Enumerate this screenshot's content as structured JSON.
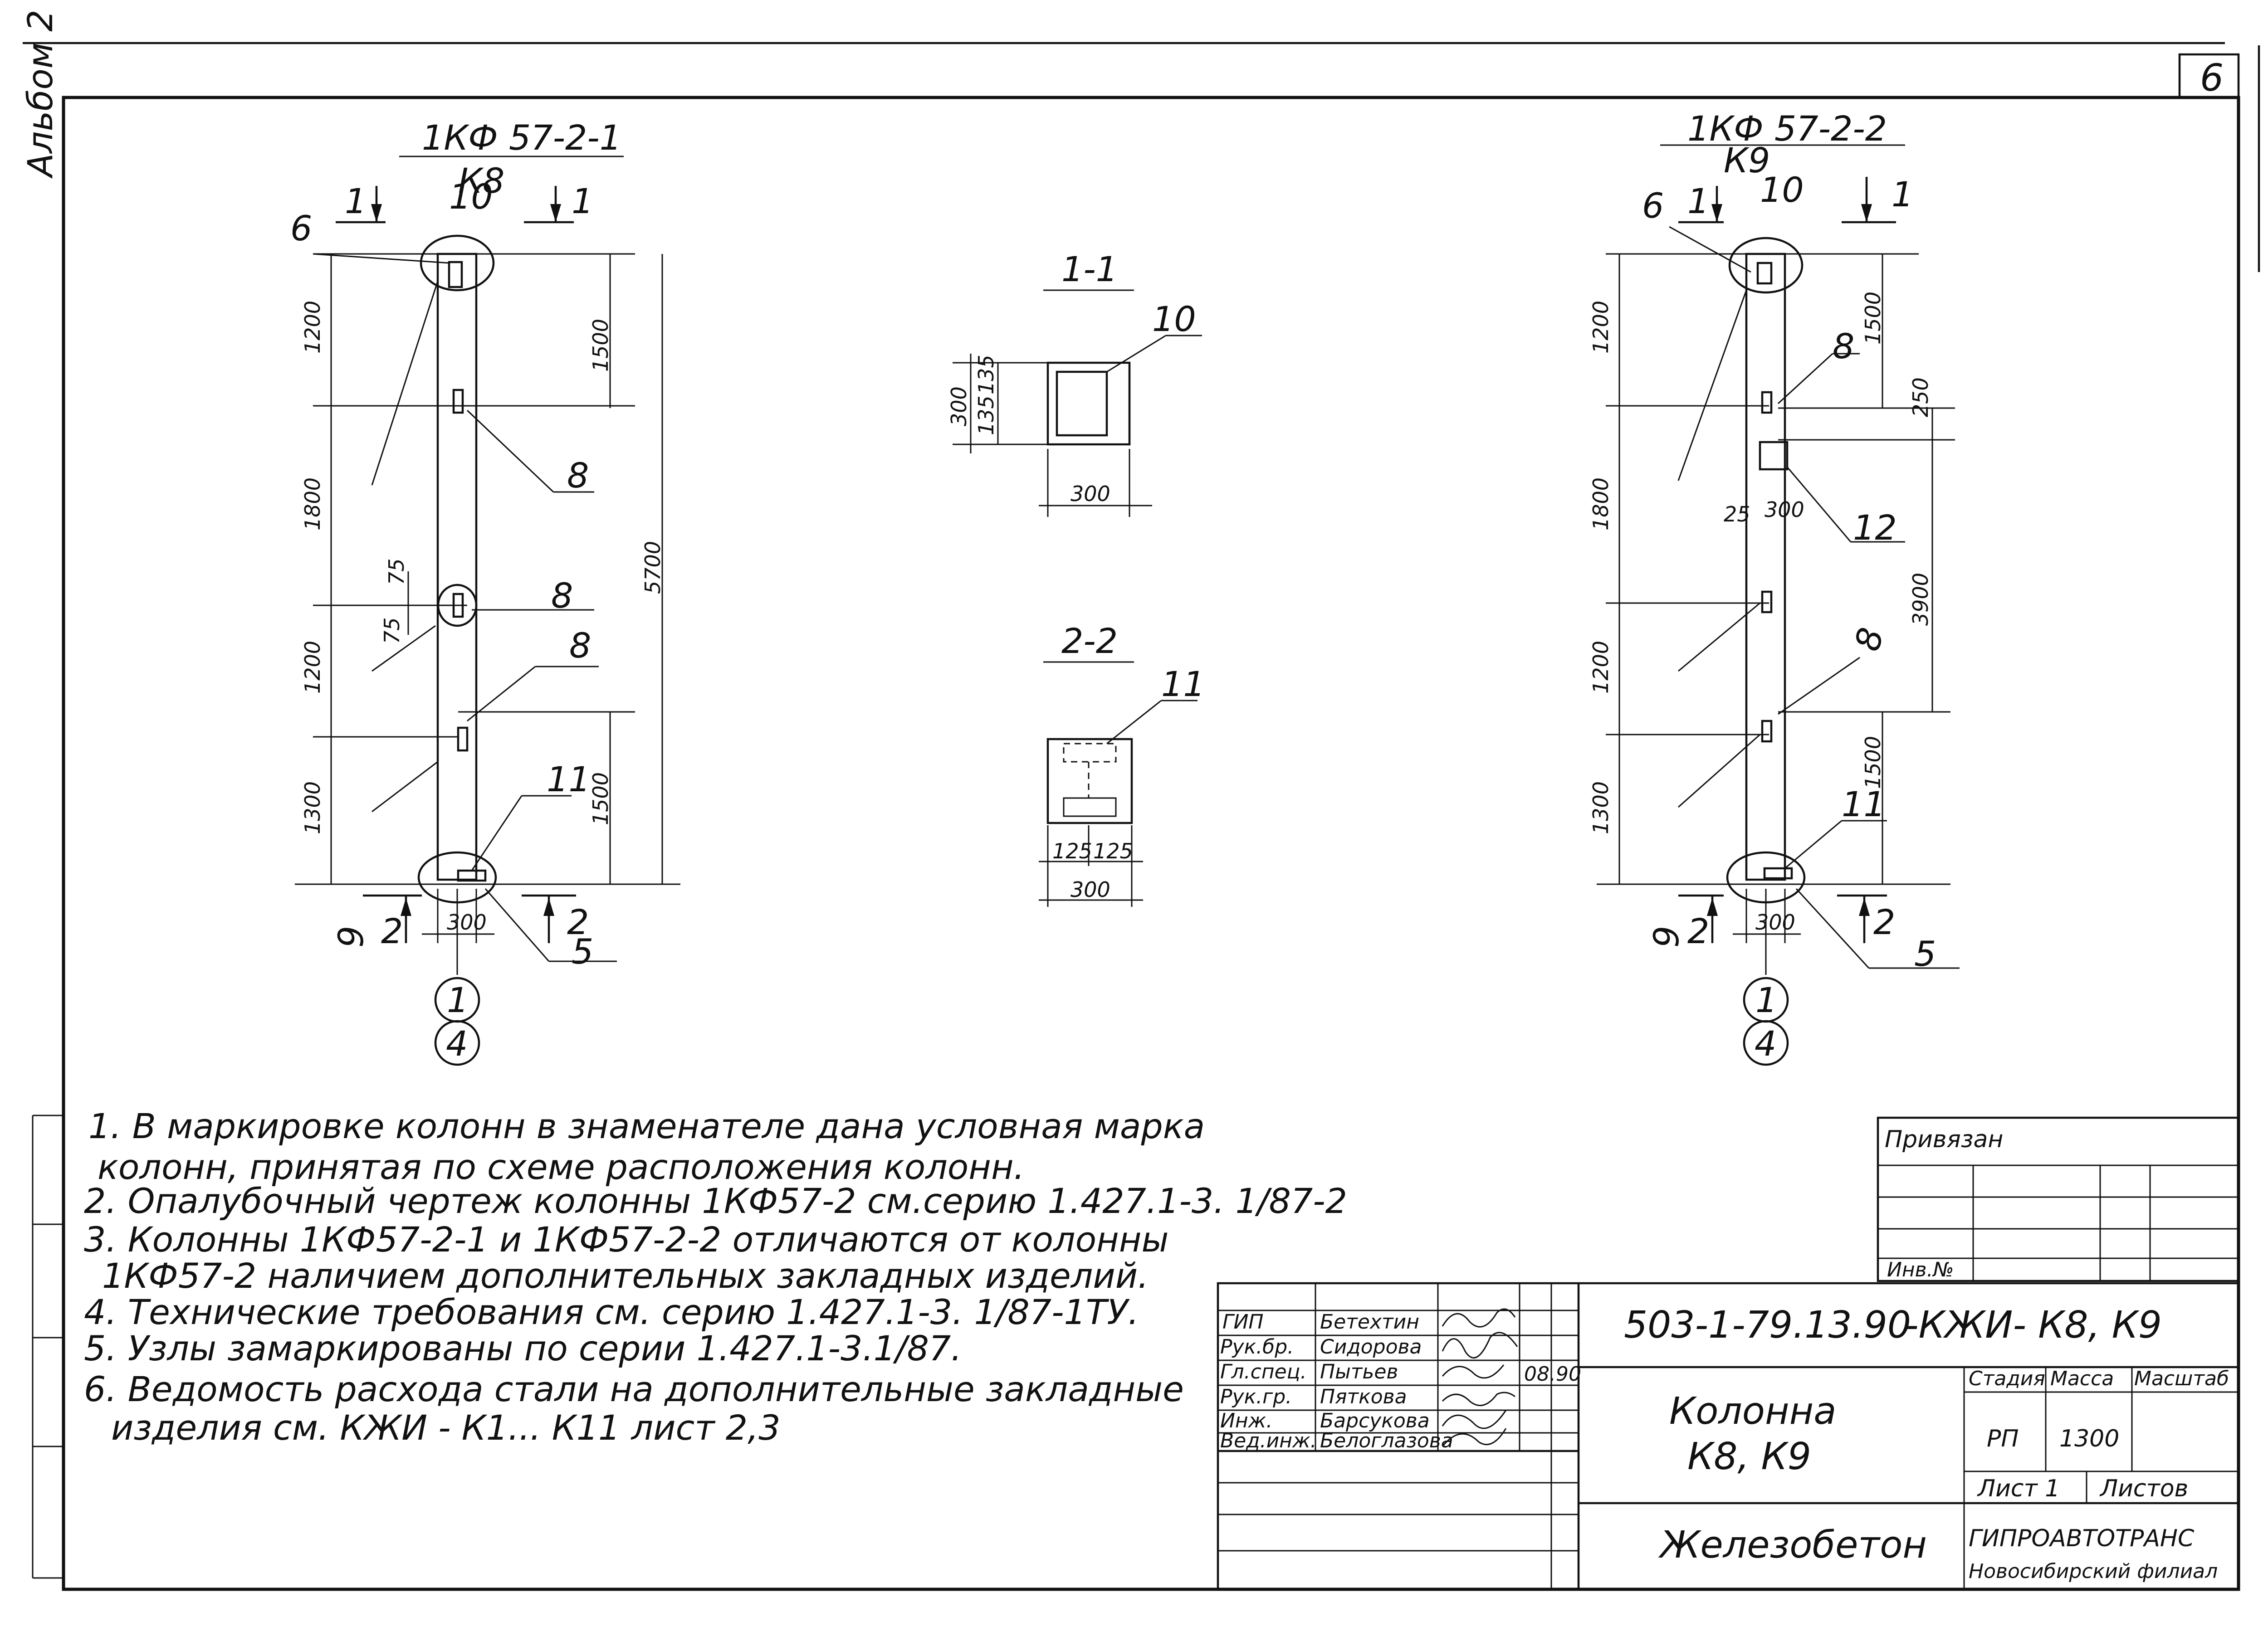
{
  "sheet": {
    "number": "6",
    "album": "Альбом 2"
  },
  "column_left": {
    "mark": "1КФ 57-2-1",
    "code": "К8",
    "section_marks": [
      "1",
      "1",
      "2",
      "2"
    ],
    "dims_left": [
      "1200",
      "1800",
      "1200",
      "1300"
    ],
    "dims_right": [
      "1500",
      "5700",
      "1500"
    ],
    "small_dims": [
      "75",
      "75"
    ],
    "bottom_dim": "300",
    "callouts": [
      "6",
      "10",
      "8",
      "8",
      "8",
      "11",
      "5",
      "9"
    ],
    "axes": [
      "1",
      "4"
    ]
  },
  "column_right": {
    "mark": "1КФ 57-2-2",
    "code": "К9",
    "section_marks": [
      "1",
      "1",
      "2",
      "2"
    ],
    "dims_left": [
      "1200",
      "1800",
      "1200",
      "1300"
    ],
    "dims_right": [
      "1500",
      "250",
      "3900",
      "1500"
    ],
    "small_dims": [
      "25",
      "300"
    ],
    "bottom_dim": "300",
    "callouts": [
      "6",
      "10",
      "8",
      "12",
      "8",
      "11",
      "5",
      "9"
    ],
    "axes": [
      "1",
      "4"
    ]
  },
  "section_1": {
    "title": "1-1",
    "callout": "10",
    "dims_v": [
      "300",
      "135",
      "135"
    ],
    "dim_h": "300"
  },
  "section_2": {
    "title": "2-2",
    "callout": "11",
    "dims_h": [
      "125",
      "125",
      "300"
    ]
  },
  "notes": [
    "1. В маркировке колонн в знаменателе дана условная марка",
    "колонн, принятая по схеме расположения колонн.",
    "2. Опалубочный чертеж колонны 1КФ57-2 см.серию 1.427.1-3. 1/87-2",
    "3. Колонны 1КФ57-2-1 и 1КФ57-2-2 отличаются от колонны",
    "1КФ57-2 наличием дополнительных закладных изделий.",
    "4. Технические требования см. серию 1.427.1-3. 1/87-1ТУ.",
    "5. Узлы замаркированы по серии 1.427.1-3.1/87.",
    "6. Ведомость расхода стали на дополнительные закладные",
    "изделия см. КЖИ - К1... К11 лист 2,3"
  ],
  "attach_block": {
    "label": "Привязан",
    "inv_label": "Инв.№"
  },
  "title_block": {
    "doc_code": "503-1-79.13.90",
    "doc_mark": "-КЖИ- К8, К9",
    "sheet_title": "Колонна",
    "sheet_subtitle": "К8, К9",
    "material": "Железобетон",
    "org_name": "ГИПРОАВТОТРАНС",
    "org_branch": "Новосибирский филиал",
    "stage_label": "Стадия",
    "mass_label": "Масса",
    "scale_label": "Масштаб",
    "stage": "РП",
    "mass": "1300",
    "sheet_label": "Лист 1",
    "sheets_label": "Листов",
    "date": "08.90",
    "people": [
      {
        "role": "ГИП",
        "name": "Бетехтин"
      },
      {
        "role": "Рук.бр.",
        "name": "Сидорова"
      },
      {
        "role": "Гл.спец.",
        "name": "Пытьев"
      },
      {
        "role": "Рук.гр.",
        "name": "Пяткова"
      },
      {
        "role": "Инж.",
        "name": "Барсукова"
      },
      {
        "role": "Вед.инж.",
        "name": "Белоглазова"
      }
    ]
  }
}
